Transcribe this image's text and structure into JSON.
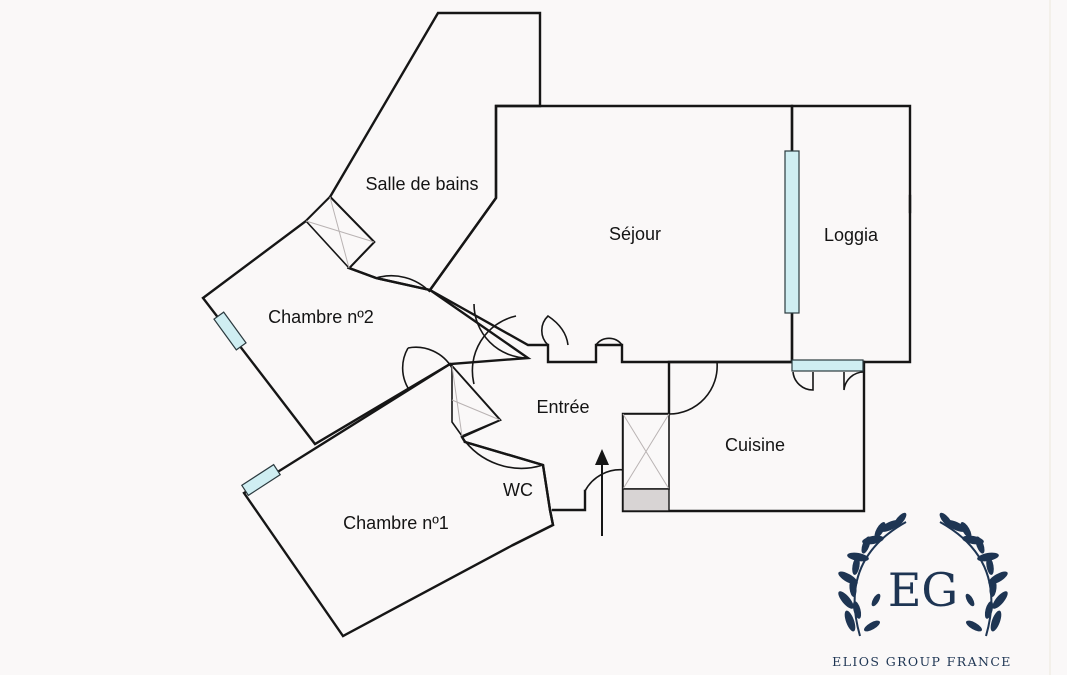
{
  "rooms": {
    "salle_de_bains": "Salle de bains",
    "sejour": "Séjour",
    "loggia": "Loggia",
    "chambre_2": "Chambre nº2",
    "entree": "Entrée",
    "cuisine": "Cuisine",
    "wc": "WC",
    "chambre_1": "Chambre nº1"
  },
  "logo": {
    "monogram": "EG",
    "company_name": "ELIOS GROUP FRANCE"
  },
  "colors": {
    "wall": "#161616",
    "window_fill": "#cfeef2",
    "logo_navy": "#1e3553",
    "background": "#faf8f8"
  }
}
